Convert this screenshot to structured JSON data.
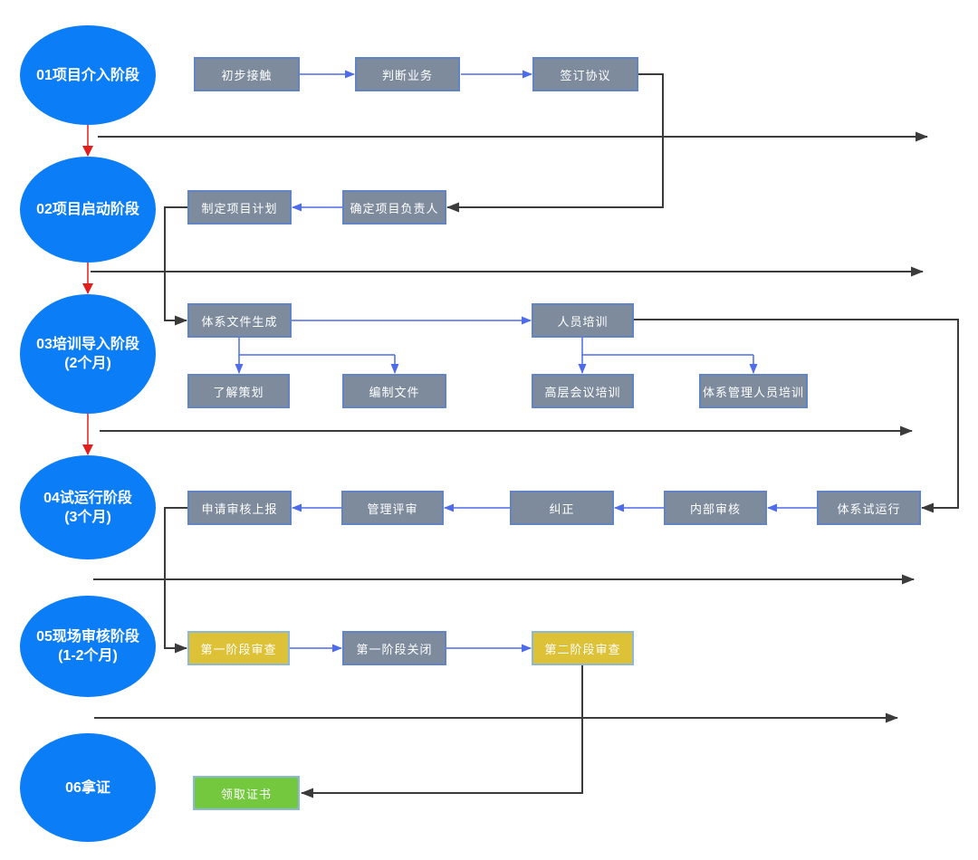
{
  "stages": [
    {
      "label": "01项目介入阶段",
      "duration": ""
    },
    {
      "label": "02项目启动阶段",
      "duration": ""
    },
    {
      "label": "03培训导入阶段",
      "duration": "(2个月)"
    },
    {
      "label": "04试运行阶段",
      "duration": "(3个月)"
    },
    {
      "label": "05现场审核阶段",
      "duration": "(1-2个月)"
    },
    {
      "label": "06拿证",
      "duration": ""
    }
  ],
  "flow": {
    "row1": [
      "初步接触",
      "判断业务",
      "签订协议"
    ],
    "row2": [
      "制定项目计划",
      "确定项目负责人"
    ],
    "row3_top": [
      "体系文件生成",
      "人员培训"
    ],
    "row3_sub": [
      "了解策划",
      "编制文件",
      "高层会议培训",
      "体系管理人员培训"
    ],
    "row4": [
      "申请审核上报",
      "管理评审",
      "纠正",
      "内部审核",
      "体系试运行"
    ],
    "row5": [
      "第一阶段审查",
      "第一阶段关闭",
      "第二阶段审查"
    ],
    "row6": [
      "领取证书"
    ]
  },
  "edges": {
    "stage_arrows_red": [
      "01项目介入阶段→02项目启动阶段",
      "02项目启动阶段→03培训导入阶段",
      "03培训导入阶段→04试运行阶段"
    ],
    "stage_divider_arrows": [
      "after 01",
      "after 02",
      "after 03",
      "after 04",
      "after 05"
    ],
    "process_flow": [
      "初步接触→判断业务",
      "判断业务→签订协议",
      "签订协议→确定项目负责人",
      "确定项目负责人→制定项目计划",
      "制定项目计划→体系文件生成",
      "体系文件生成→人员培训",
      "体系文件生成→了解策划",
      "体系文件生成→编制文件",
      "人员培训→高层会议培训",
      "人员培训→体系管理人员培训",
      "人员培训→体系试运行",
      "体系试运行→内部审核",
      "内部审核→纠正",
      "纠正→管理评审",
      "管理评审→申请审核上报",
      "申请审核上报→第一阶段审查",
      "第一阶段审查→第一阶段关闭",
      "第一阶段关闭→第二阶段审查",
      "第二阶段审查→领取证书"
    ]
  },
  "colors": {
    "stage-blue": "#0b7df6",
    "node-gray": "#7d8b9d",
    "node-border": "#6084c4",
    "highlight-yellow": "#ddc137",
    "highlight-border": "#8cb8d9",
    "success-green": "#74c83e",
    "flow-blue": "#4d6bea",
    "flow-dark": "#3b3b3b",
    "flow-red": "#e11d1d",
    "text-white": "#ffffff"
  }
}
